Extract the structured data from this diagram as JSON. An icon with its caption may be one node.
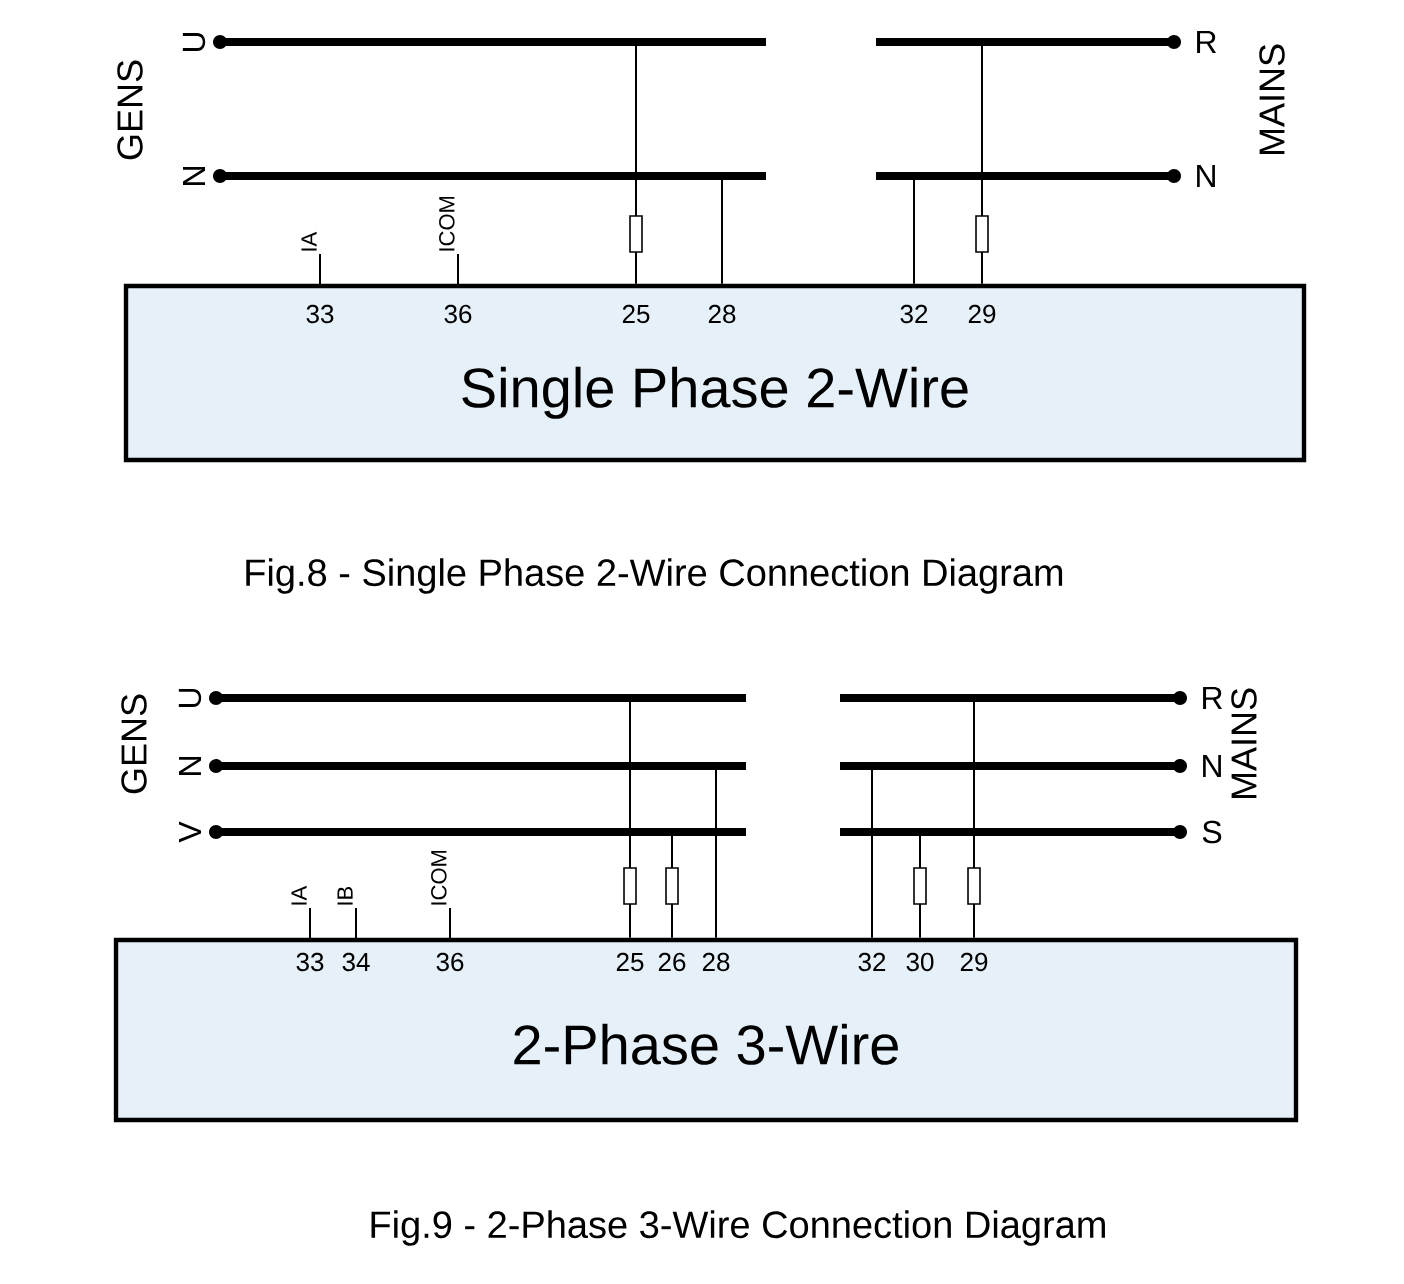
{
  "diagram": {
    "nodes": [
      {
        "text": [
          "Single Phase 2-Wire"
        ]
      },
      {
        "text": [
          "U"
        ]
      },
      {
        "text": [
          "N"
        ]
      },
      {
        "text": [
          "R"
        ]
      },
      {
        "text": [
          "N"
        ]
      },
      {
        "text": [
          "2-Phase 3-Wire"
        ]
      },
      {
        "text": [
          "U"
        ]
      },
      {
        "text": [
          "N"
        ]
      },
      {
        "text": [
          "V"
        ]
      },
      {
        "text": [
          "R"
        ]
      },
      {
        "text": [
          "N"
        ]
      },
      {
        "text": [
          "S"
        ]
      }
    ],
    "edges": [
      {
        "from": 1,
        "to": 0,
        "arrow": "none"
      },
      {
        "from": 2,
        "to": 0,
        "arrow": "none"
      },
      {
        "from": 4,
        "to": 0,
        "arrow": "none"
      },
      {
        "from": 3,
        "to": 0,
        "arrow": "none"
      },
      {
        "from": 6,
        "to": 5,
        "arrow": "none"
      },
      {
        "from": 8,
        "to": 5,
        "arrow": "none"
      },
      {
        "from": 7,
        "to": 5,
        "arrow": "none"
      },
      {
        "from": 10,
        "to": 5,
        "arrow": "none"
      },
      {
        "from": 11,
        "to": 5,
        "arrow": "none"
      },
      {
        "from": 9,
        "to": 5,
        "arrow": "none"
      }
    ],
    "labels": [
      "GENS",
      "MAINS",
      "IA",
      "ICOM",
      "33",
      "36",
      "25",
      "28",
      "32",
      "29",
      "Fig.8 - Single Phase 2-Wire Connection Diagram",
      "GENS",
      "MAINS",
      "IA",
      "IB",
      "ICOM",
      "33",
      "34",
      "36",
      "25",
      "26",
      "28",
      "32",
      "30",
      "29",
      "Fig.9 - 2-Phase 3-Wire Connection Diagram"
    ]
  }
}
